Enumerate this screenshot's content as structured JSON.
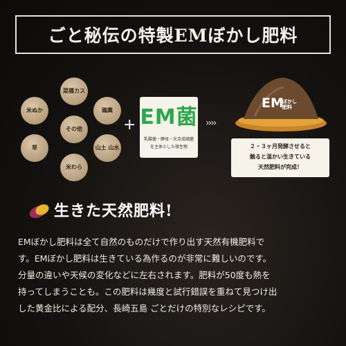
{
  "title": "ごと秘伝の特製EMぼかし肥料",
  "ingredients": [
    "菜種カス",
    "米ぬか",
    "鶏糞",
    "その他",
    "草",
    "山土 山水",
    "米わら"
  ],
  "plus_symbol": "+",
  "em_box": {
    "title": "EM菌",
    "subtitle_line1": "乳酸菌・酵母・光合成細菌",
    "subtitle_line2": "を主体とした微生物"
  },
  "arrow_symbol": "››››",
  "result_label": "EM",
  "result_label_small": [
    "ぼかし",
    "肥料"
  ],
  "result_text": [
    "２・３ヶ月発酵させると",
    "触ると温かい生きている",
    "天然肥料が完成！"
  ],
  "heading": "生きた天然肥料!",
  "body_lines": [
    "EMぼかし肥料は全て自然のものだけで作り出す天然有機肥料で",
    "す。EMぼかし肥料は生きている為作るのが非常に難しいのです。",
    "分量の違いや天候の変化などに左右されます。肥料が50度も熱を",
    "持ってしまうことも。この肥料は幾度と試行錯誤を重ねて見つけ出",
    "した黄金比による配分、長崎五島 ごとだけの特別なレシピです。"
  ],
  "colors": {
    "em_green": "#2fa74e",
    "circle": "#c9b392",
    "mound": "#6b4a2e",
    "dish": "#e2a33a"
  }
}
